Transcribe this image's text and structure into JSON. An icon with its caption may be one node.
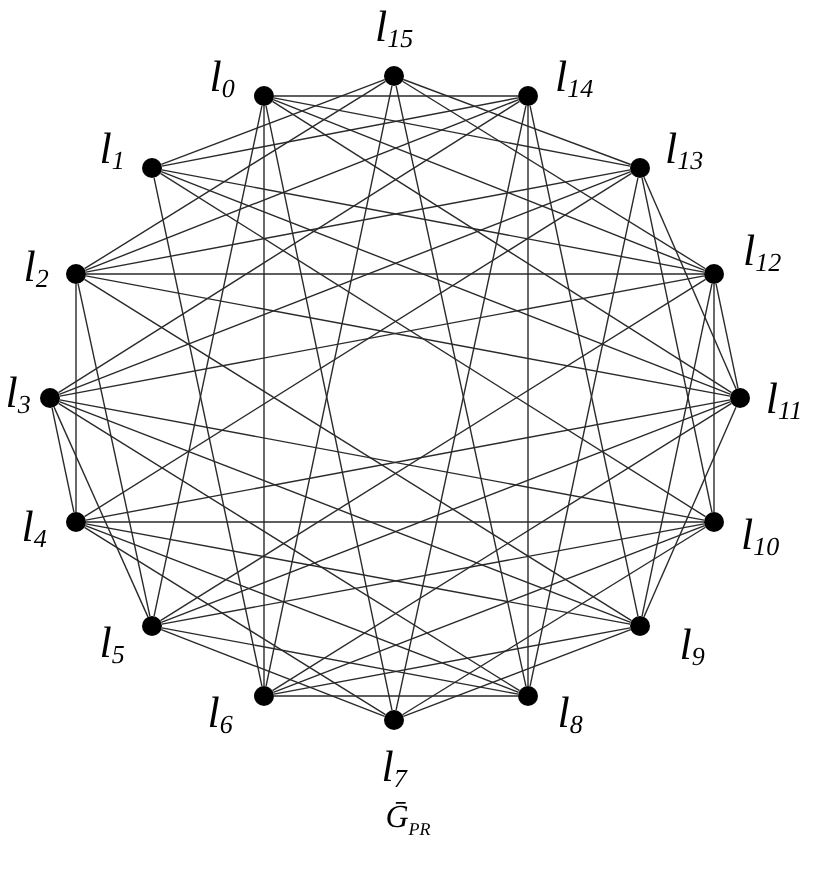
{
  "diagram": {
    "caption": "Ḡ$_{PR}$",
    "nodes": [
      {
        "text": [],
        "shape": "circle",
        "beside": [
          "l$_{0}$"
        ]
      },
      {
        "text": [],
        "shape": "circle",
        "beside": [
          "l$_{1}$"
        ]
      },
      {
        "text": [],
        "shape": "circle",
        "beside": [
          "l$_{2}$"
        ]
      },
      {
        "text": [],
        "shape": "circle",
        "beside": [
          "l$_{3}$"
        ]
      },
      {
        "text": [],
        "shape": "circle",
        "beside": [
          "l$_{4}$"
        ]
      },
      {
        "text": [],
        "shape": "circle",
        "beside": [
          "l$_{5}$"
        ]
      },
      {
        "text": [],
        "shape": "circle",
        "beside": [
          "l$_{6}$"
        ]
      },
      {
        "text": [],
        "shape": "circle",
        "beside": [
          "l$_{7}$"
        ]
      },
      {
        "text": [],
        "shape": "circle",
        "beside": [
          "l$_{8}$"
        ]
      },
      {
        "text": [],
        "shape": "circle",
        "beside": [
          "l$_{9}$"
        ]
      },
      {
        "text": [],
        "shape": "circle",
        "beside": [
          "l$_{10}$"
        ]
      },
      {
        "text": [],
        "shape": "circle",
        "beside": [
          "l$_{11}$"
        ]
      },
      {
        "text": [],
        "shape": "circle",
        "beside": [
          "l$_{12}$"
        ]
      },
      {
        "text": [],
        "shape": "circle",
        "beside": [
          "l$_{13}$"
        ]
      },
      {
        "text": [],
        "shape": "circle",
        "beside": [
          "l$_{14}$"
        ]
      },
      {
        "text": [],
        "shape": "circle",
        "beside": [
          "l$_{15}$"
        ]
      }
    ],
    "edges": [
      {
        "from": 0,
        "to": 14,
        "arrow": "none"
      },
      {
        "from": 6,
        "to": 8,
        "arrow": "none"
      },
      {
        "from": 0,
        "to": 6,
        "arrow": "none"
      },
      {
        "from": 14,
        "to": 8,
        "arrow": "none"
      },
      {
        "from": 2,
        "to": 12,
        "arrow": "none"
      },
      {
        "from": 4,
        "to": 10,
        "arrow": "none"
      },
      {
        "from": 2,
        "to": 4,
        "arrow": "none"
      },
      {
        "from": 12,
        "to": 10,
        "arrow": "none"
      },
      {
        "from": 1,
        "to": 15,
        "arrow": "none"
      },
      {
        "from": 13,
        "to": 15,
        "arrow": "none"
      },
      {
        "from": 5,
        "to": 7,
        "arrow": "none"
      },
      {
        "from": 9,
        "to": 7,
        "arrow": "none"
      },
      {
        "from": 1,
        "to": 12,
        "arrow": "none"
      },
      {
        "from": 13,
        "to": 2,
        "arrow": "none"
      },
      {
        "from": 5,
        "to": 10,
        "arrow": "none"
      },
      {
        "from": 9,
        "to": 4,
        "arrow": "none"
      },
      {
        "from": 0,
        "to": 13,
        "arrow": "none"
      },
      {
        "from": 14,
        "to": 1,
        "arrow": "none"
      },
      {
        "from": 6,
        "to": 9,
        "arrow": "none"
      },
      {
        "from": 8,
        "to": 5,
        "arrow": "none"
      },
      {
        "from": 3,
        "to": 14,
        "arrow": "none"
      },
      {
        "from": 11,
        "to": 0,
        "arrow": "none"
      },
      {
        "from": 3,
        "to": 8,
        "arrow": "none"
      },
      {
        "from": 11,
        "to": 6,
        "arrow": "none"
      },
      {
        "from": 0,
        "to": 12,
        "arrow": "none"
      },
      {
        "from": 14,
        "to": 2,
        "arrow": "none"
      },
      {
        "from": 6,
        "to": 10,
        "arrow": "none"
      },
      {
        "from": 8,
        "to": 4,
        "arrow": "none"
      },
      {
        "from": 2,
        "to": 15,
        "arrow": "none"
      },
      {
        "from": 12,
        "to": 15,
        "arrow": "none"
      },
      {
        "from": 4,
        "to": 7,
        "arrow": "none"
      },
      {
        "from": 10,
        "to": 7,
        "arrow": "none"
      },
      {
        "from": 2,
        "to": 5,
        "arrow": "none"
      },
      {
        "from": 12,
        "to": 11,
        "arrow": "none"
      },
      {
        "from": 12,
        "to": 9,
        "arrow": "none"
      },
      {
        "from": 10,
        "to": 13,
        "arrow": "none"
      },
      {
        "from": 3,
        "to": 5,
        "arrow": "none"
      },
      {
        "from": 3,
        "to": 4,
        "arrow": "none"
      },
      {
        "from": 11,
        "to": 9,
        "arrow": "none"
      },
      {
        "from": 11,
        "to": 13,
        "arrow": "none"
      },
      {
        "from": 3,
        "to": 13,
        "arrow": "none"
      },
      {
        "from": 3,
        "to": 9,
        "arrow": "none"
      },
      {
        "from": 11,
        "to": 1,
        "arrow": "none"
      },
      {
        "from": 11,
        "to": 5,
        "arrow": "none"
      },
      {
        "from": 3,
        "to": 10,
        "arrow": "none"
      },
      {
        "from": 3,
        "to": 12,
        "arrow": "none"
      },
      {
        "from": 11,
        "to": 4,
        "arrow": "none"
      },
      {
        "from": 11,
        "to": 2,
        "arrow": "none"
      },
      {
        "from": 0,
        "to": 7,
        "arrow": "none"
      },
      {
        "from": 14,
        "to": 7,
        "arrow": "none"
      },
      {
        "from": 6,
        "to": 15,
        "arrow": "none"
      },
      {
        "from": 8,
        "to": 15,
        "arrow": "none"
      },
      {
        "from": 1,
        "to": 6,
        "arrow": "none"
      },
      {
        "from": 5,
        "to": 0,
        "arrow": "none"
      },
      {
        "from": 13,
        "to": 8,
        "arrow": "none"
      },
      {
        "from": 9,
        "to": 14,
        "arrow": "none"
      },
      {
        "from": 1,
        "to": 10,
        "arrow": "none"
      },
      {
        "from": 5,
        "to": 12,
        "arrow": "none"
      },
      {
        "from": 13,
        "to": 4,
        "arrow": "none"
      },
      {
        "from": 9,
        "to": 2,
        "arrow": "none"
      }
    ]
  }
}
